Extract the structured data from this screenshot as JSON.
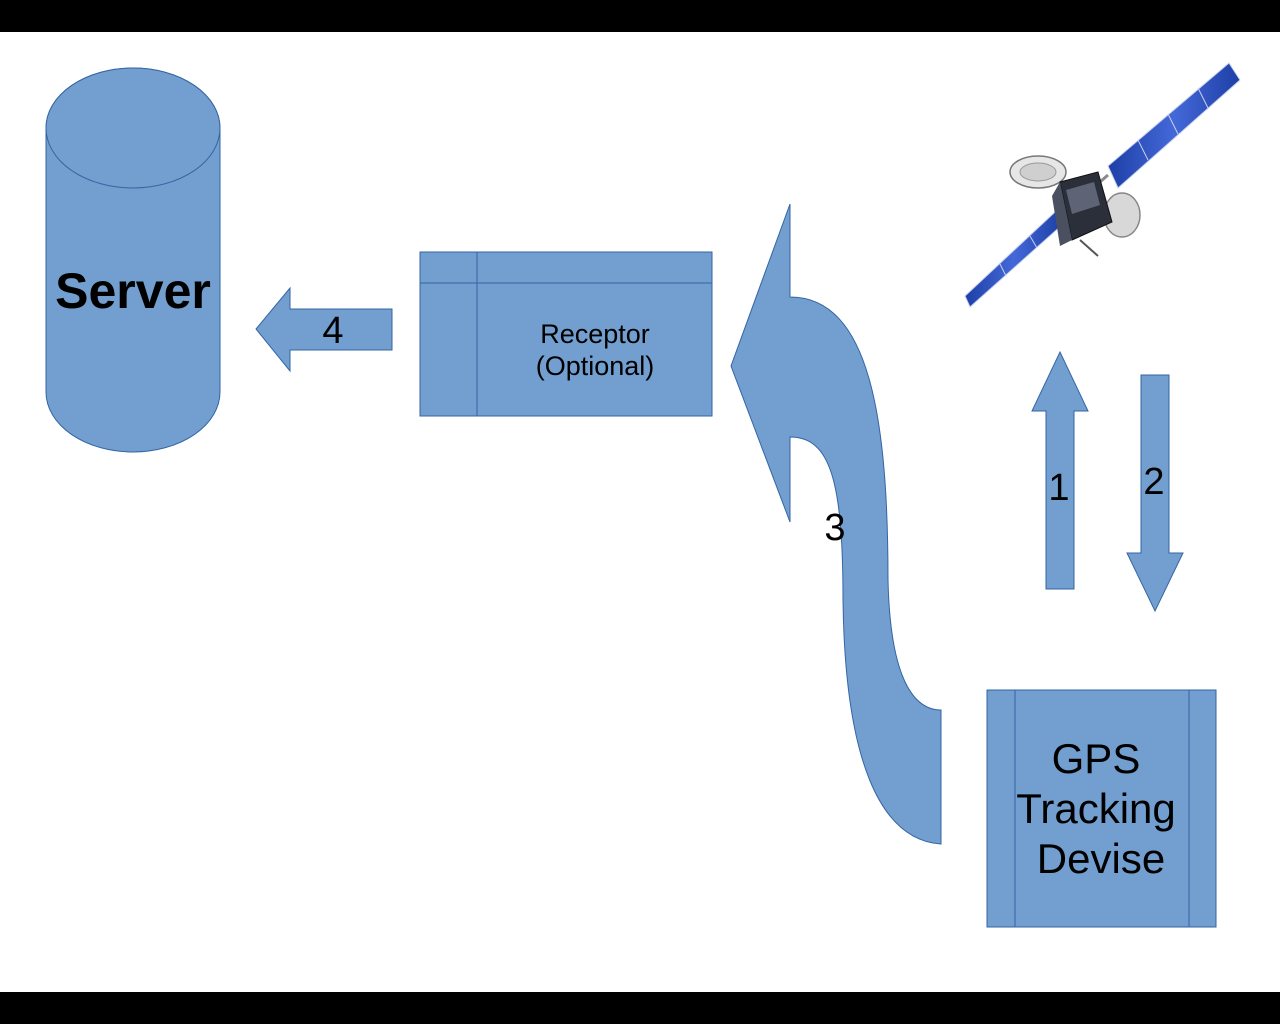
{
  "colors": {
    "shape_fill": "#729fcf",
    "shape_stroke": "#3465a4",
    "background": "#ffffff",
    "frame": "#000000"
  },
  "server": {
    "label": "Server"
  },
  "receptor": {
    "line1": "Receptor",
    "line2": "(Optional)"
  },
  "gps_device": {
    "line1": "GPS",
    "line2": "Tracking",
    "line3": "Devise"
  },
  "arrows": {
    "a1": {
      "label": "1"
    },
    "a2": {
      "label": "2"
    },
    "a3": {
      "label": "3"
    },
    "a4": {
      "label": "4"
    }
  },
  "satellite": {
    "icon": "satellite-icon"
  }
}
